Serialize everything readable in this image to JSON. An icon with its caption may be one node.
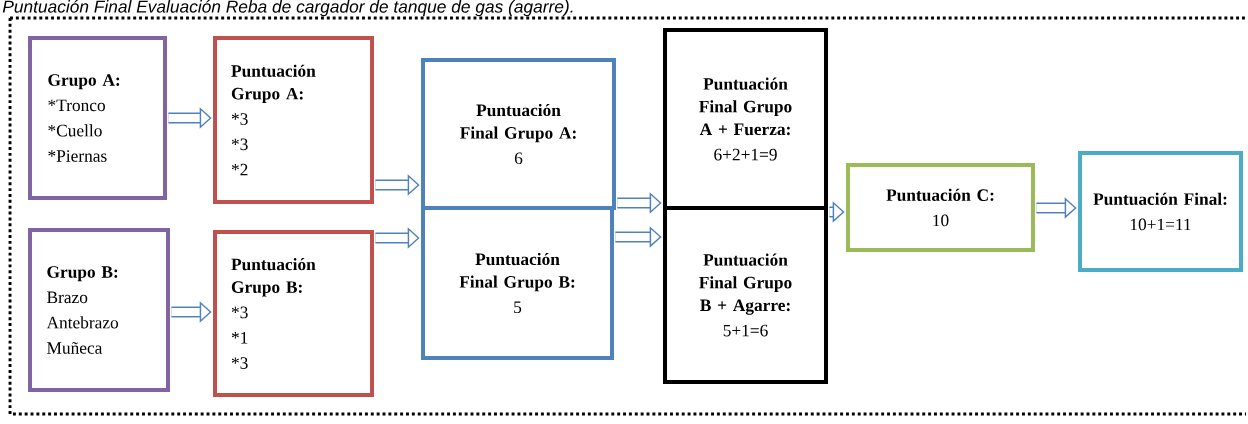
{
  "diagram": {
    "title": "Puntuación Final Evaluación Reba de cargador de tanque de gas (agarre).",
    "nodes": [
      {
        "text": [
          "Grupo A:",
          "*Tronco",
          "*Cuello",
          "*Piernas"
        ]
      },
      {
        "text": [
          "Puntuación Grupo A:",
          "*3",
          "*3",
          "*2"
        ]
      },
      {
        "text": [
          "Grupo B:",
          "Brazo",
          "Antebrazo",
          "Muñeca"
        ]
      },
      {
        "text": [
          "Puntuación Grupo B:",
          "*3",
          "*1",
          "*3"
        ]
      },
      {
        "text": [
          "Puntuación Final Grupo A:",
          "6"
        ]
      },
      {
        "text": [
          "Puntuación Final Grupo B:",
          "5"
        ]
      },
      {
        "text": [
          "Puntuación Final Grupo A + Fuerza:",
          "6+2+1=9"
        ]
      },
      {
        "text": [
          "Puntuación Final Grupo B + Agarre:",
          "5+1=6"
        ]
      },
      {
        "text": [
          "Puntuación C:",
          "10"
        ]
      },
      {
        "text": [
          "Puntuación Final:",
          "10+1=11"
        ]
      }
    ],
    "edges": [
      {
        "from": 0,
        "to": 1,
        "arrow": "to"
      },
      {
        "from": 2,
        "to": 3,
        "arrow": "to"
      },
      {
        "from": 1,
        "to": 4,
        "arrow": "to"
      },
      {
        "from": 3,
        "to": 5,
        "arrow": "to"
      },
      {
        "from": 4,
        "to": 6,
        "arrow": "to"
      },
      {
        "from": 5,
        "to": 7,
        "arrow": "to"
      },
      {
        "from": 7,
        "to": 8,
        "arrow": "to"
      },
      {
        "from": 8,
        "to": 9,
        "arrow": "to"
      }
    ]
  }
}
